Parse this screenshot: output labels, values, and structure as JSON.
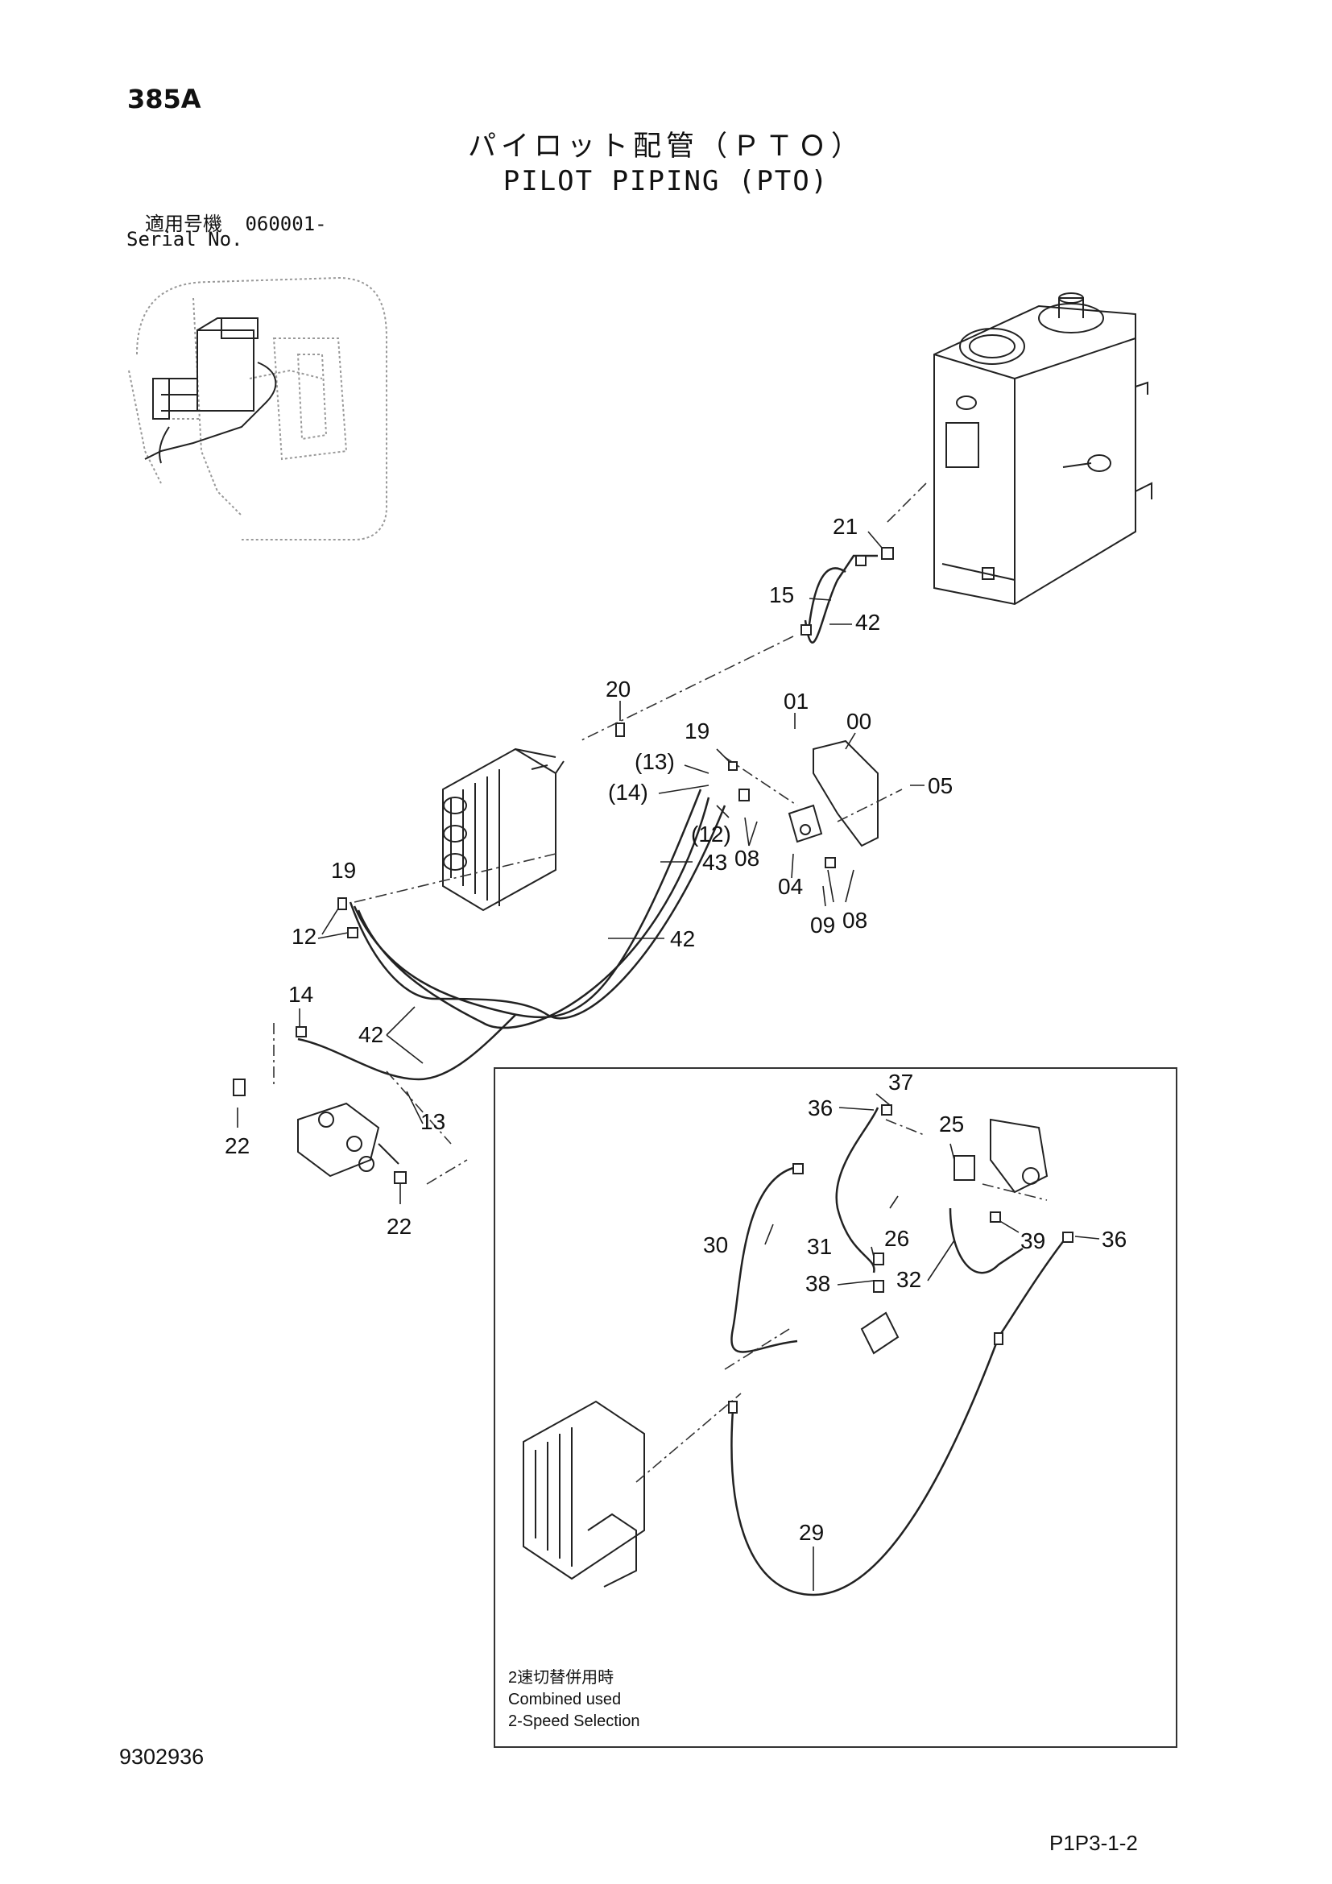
{
  "header": {
    "model": "385A",
    "title_jp": "パイロット配管（ＰＴＯ）",
    "title_en": "PILOT PIPING (PTO)",
    "serial_label_jp": "適用号機",
    "serial_value": "060001-",
    "serial_label_en": "Serial No."
  },
  "footer": {
    "drawing_number": "9302936",
    "page_code": "P1P3-1-2"
  },
  "inset": {
    "note_lines": [
      "2速切替併用時",
      "Combined used",
      "2-Speed Selection"
    ]
  },
  "callouts": {
    "c21": "21",
    "c15": "15",
    "c42a": "42",
    "c20": "20",
    "c01": "01",
    "c00": "00",
    "c19a": "19",
    "c13p": "(13)",
    "c14p": "(14)",
    "c05": "05",
    "c12p": "(12)",
    "c43": "43",
    "c08a": "08",
    "c04": "04",
    "c19b": "19",
    "c12": "12",
    "c42b": "42",
    "c09": "09",
    "c08b": "08",
    "c14": "14",
    "c42c": "42",
    "c13": "13",
    "c22a": "22",
    "c22b": "22",
    "c37": "37",
    "c36a": "36",
    "c25": "25",
    "c26": "26",
    "c30": "30",
    "c31": "31",
    "c39": "39",
    "c36b": "36",
    "c38": "38",
    "c32": "32",
    "c29": "29"
  }
}
